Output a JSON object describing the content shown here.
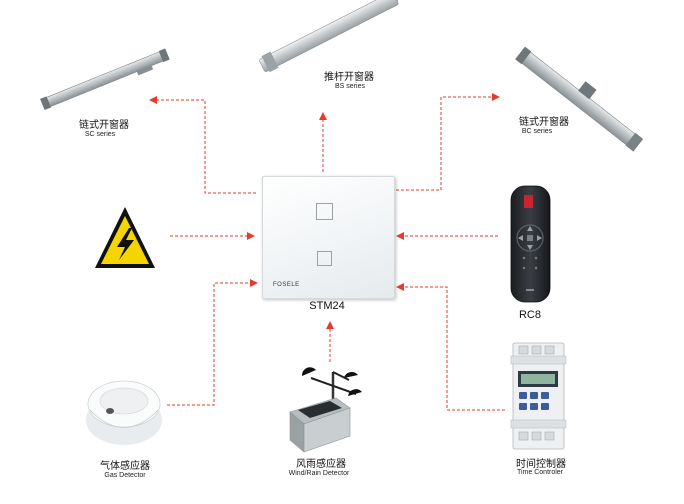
{
  "devices": {
    "sc": {
      "cn": "链式开窗器",
      "en": "SC series"
    },
    "bs": {
      "cn": "推杆开窗器",
      "en": "BS series"
    },
    "bc": {
      "cn": "链式开窗器",
      "en": "BC series"
    },
    "gas": {
      "cn": "气体感应器",
      "en": "Gas Detector"
    },
    "wind": {
      "cn": "风雨感应器",
      "en": "Wind/Rain Detector"
    },
    "timer": {
      "cn": "时间控制器",
      "en": "Time Controler"
    },
    "remote": {
      "label": "RC8"
    }
  },
  "panel": {
    "brand": "FOSELE",
    "model": "STM24"
  },
  "colors": {
    "arrow": "#e53b2f",
    "warning_yellow": "#f5d400",
    "panel": "#f3f5f7"
  },
  "icons": [
    "chain-actuator-icon",
    "linear-actuator-icon",
    "warning-voltage-icon",
    "remote-control-icon",
    "smoke-detector-icon",
    "anemometer-icon",
    "timer-switch-icon"
  ]
}
